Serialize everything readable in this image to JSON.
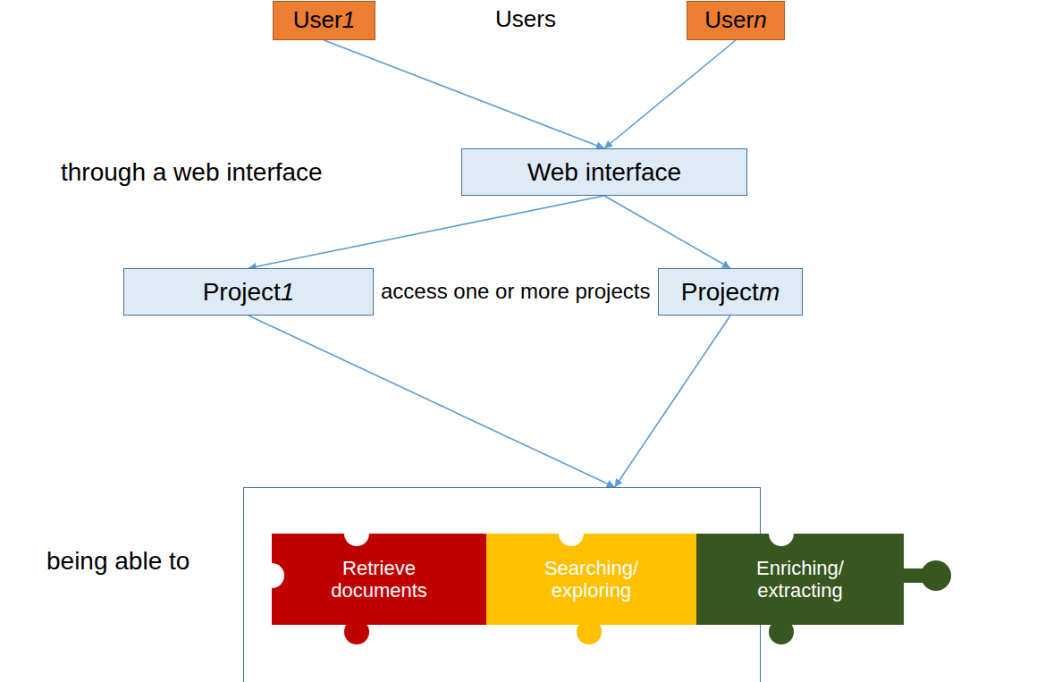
{
  "diagram": {
    "nodes": [
      {
        "text": [
          "User1"
        ]
      },
      {
        "text": [
          "Usern"
        ]
      },
      {
        "text": [
          "Web interface"
        ]
      },
      {
        "text": [
          "Project1"
        ]
      },
      {
        "text": [
          "Projectm"
        ]
      },
      {
        "text": []
      },
      {
        "text": [
          "Retrieve documents"
        ],
        "in": 5
      },
      {
        "text": [
          "Searching/ exploring"
        ],
        "in": 5
      },
      {
        "text": [
          "Enriching/ extracting"
        ],
        "in": 5
      }
    ],
    "edges": [
      {
        "from": 0,
        "to": 2,
        "arrow": "to"
      },
      {
        "from": 1,
        "to": 2,
        "arrow": "to"
      },
      {
        "from": 2,
        "to": 3,
        "arrow": "to"
      },
      {
        "from": 2,
        "to": 4,
        "arrow": "to"
      },
      {
        "from": 3,
        "to": 5,
        "arrow": "to"
      },
      {
        "from": 4,
        "to": 5,
        "arrow": "to"
      }
    ],
    "labels": [
      "Users",
      "through a web interface",
      "access one or more projects",
      "being able to"
    ]
  }
}
